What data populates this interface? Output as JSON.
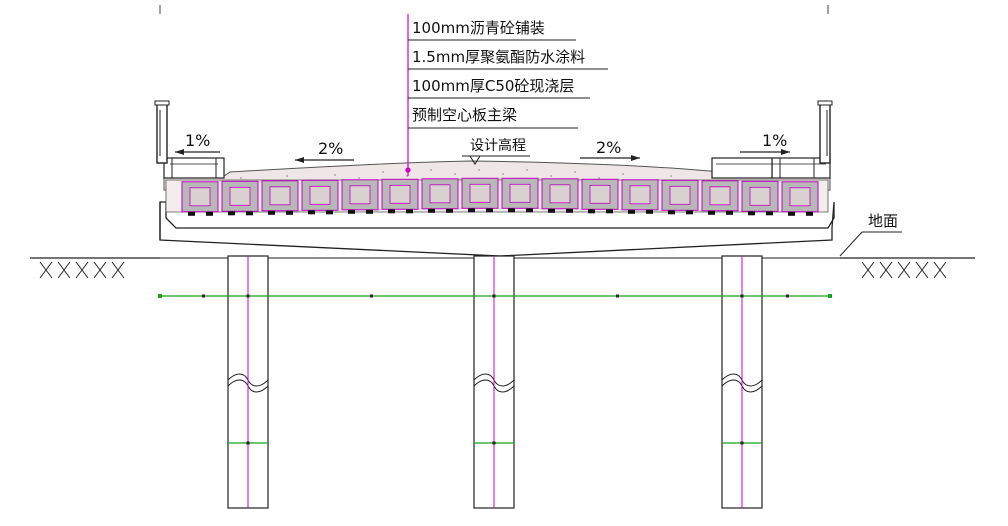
{
  "annotations": {
    "layers": [
      "100mm沥青砼铺装",
      "1.5mm厚聚氨酯防水涂料",
      "100mm厚C50砼现浇层",
      "预制空心板主梁"
    ],
    "slope_left_outer": "1%",
    "slope_left_inner": "2%",
    "slope_right_inner": "2%",
    "slope_right_outer": "1%",
    "design_elevation": "设计高程",
    "ground": "地面"
  },
  "colors": {
    "line": "#222222",
    "leader": "#cc00cc",
    "deck_fill": "#efe7e7",
    "beam_fill": "#b8b8b8",
    "beam_outline": "#c000c0",
    "green": "#1aa01a",
    "bearing": "#111111"
  }
}
